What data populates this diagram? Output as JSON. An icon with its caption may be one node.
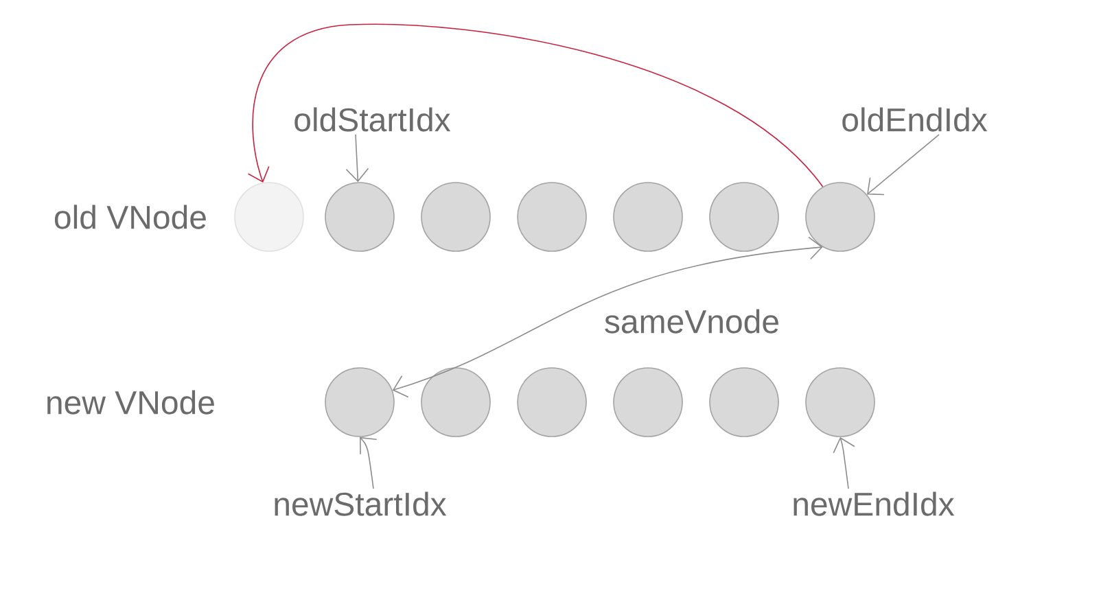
{
  "diagram": {
    "nodes": [
      {
        "text": [
          "oldStartIdx"
        ]
      },
      {
        "text": [
          "oldEndIdx"
        ]
      },
      {
        "text": [],
        "shape": "circle"
      },
      {
        "text": [],
        "shape": "circle"
      },
      {
        "text": [],
        "shape": "circle"
      },
      {
        "text": [],
        "shape": "circle"
      },
      {
        "text": [],
        "shape": "circle"
      },
      {
        "text": [],
        "shape": "circle"
      },
      {
        "text": [],
        "shape": "circle"
      },
      {
        "text": [],
        "shape": "circle"
      },
      {
        "text": [],
        "shape": "circle"
      },
      {
        "text": [],
        "shape": "circle"
      },
      {
        "text": [],
        "shape": "circle"
      },
      {
        "text": [],
        "shape": "circle"
      },
      {
        "text": [],
        "shape": "circle"
      },
      {
        "text": [
          "newStartIdx"
        ]
      },
      {
        "text": [
          "newEndIdx"
        ]
      }
    ],
    "edges": [
      {
        "from": 8,
        "to": 2,
        "arrow": "to",
        "color": "#c8203f"
      },
      {
        "from": 0,
        "to": 3,
        "arrow": "to"
      },
      {
        "from": 1,
        "to": 8,
        "arrow": "to"
      },
      {
        "from": 8,
        "to": 9,
        "arrow": "both",
        "label": "sameVnode"
      },
      {
        "from": 15,
        "to": 9,
        "arrow": "to"
      },
      {
        "from": 16,
        "to": 14,
        "arrow": "to"
      }
    ],
    "labels": [
      "old VNode",
      "new VNode"
    ]
  }
}
